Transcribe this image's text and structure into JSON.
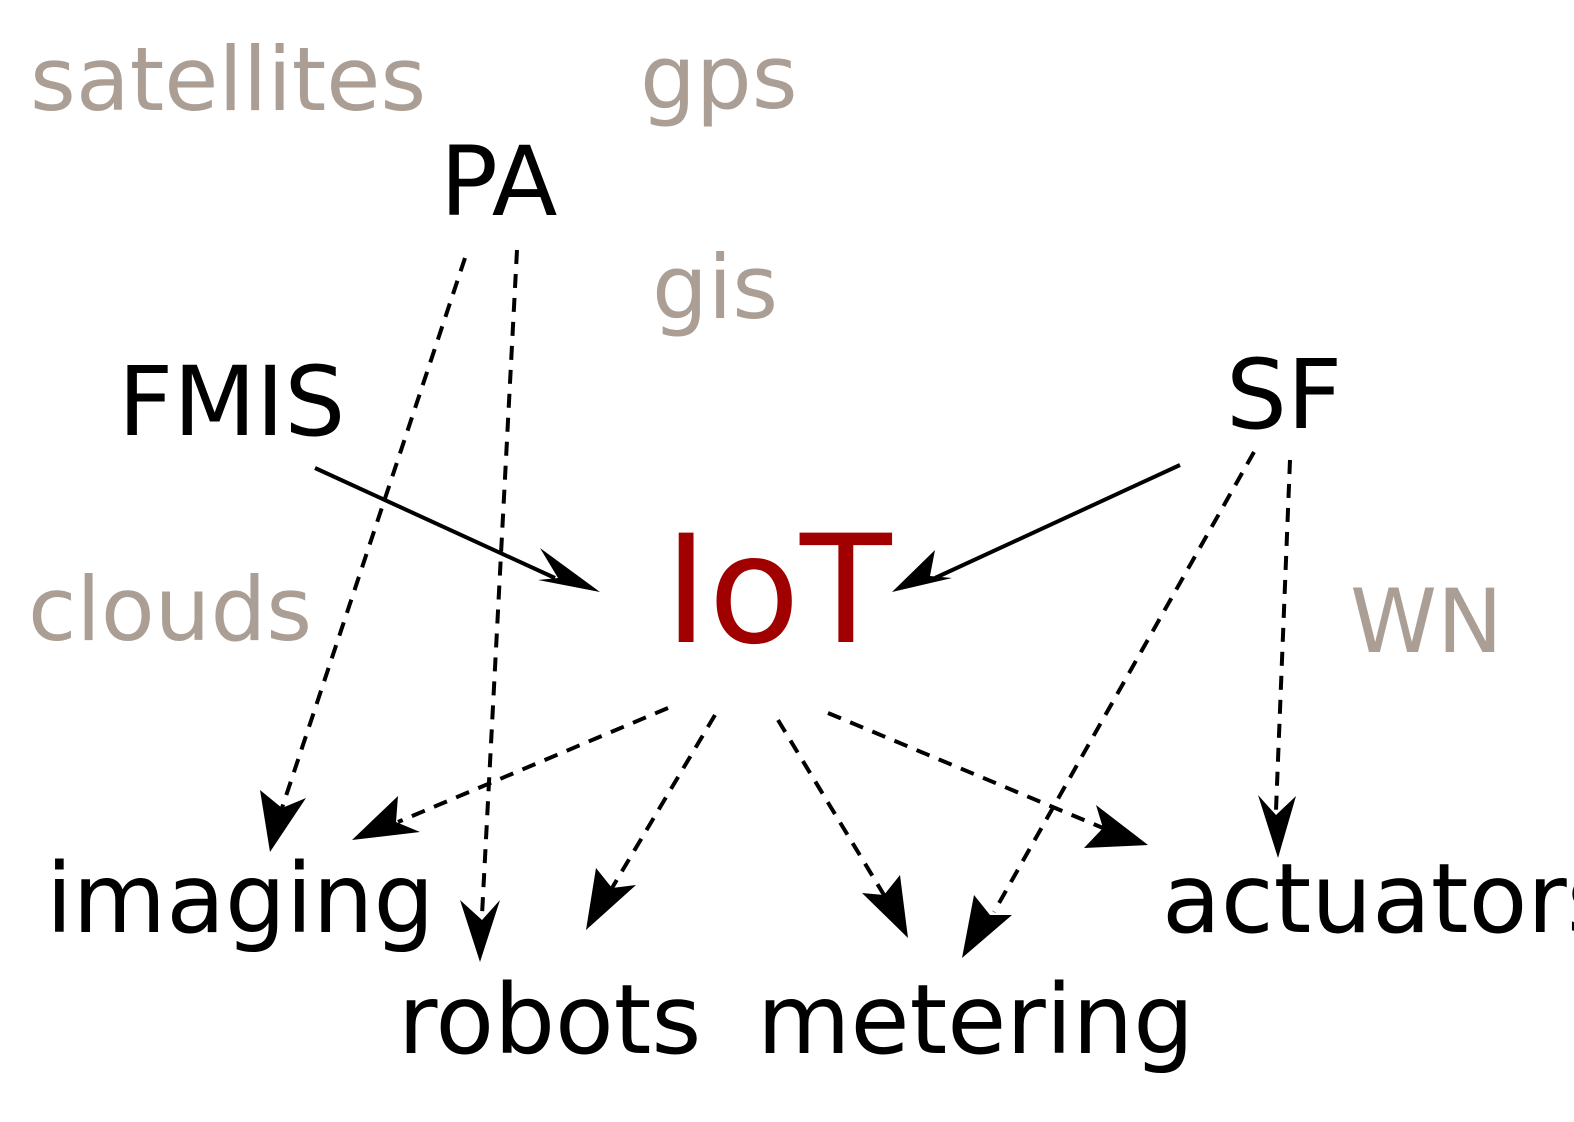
{
  "colors": {
    "center": "#a00000",
    "background_terms": "#ab9f95",
    "nodes": "#000000"
  },
  "background_terms": {
    "satellites": "satellites",
    "gps": "gps",
    "gis": "gis",
    "clouds": "clouds",
    "wn": "WN"
  },
  "nodes": {
    "pa": "PA",
    "fmis": "FMIS",
    "sf": "SF",
    "iot": "IoT",
    "imaging": "imaging",
    "robots": "robots",
    "metering": "metering",
    "actuators": "actuators"
  },
  "edges": [
    {
      "from": "FMIS",
      "to": "IoT",
      "style": "solid"
    },
    {
      "from": "SF",
      "to": "IoT",
      "style": "solid"
    },
    {
      "from": "PA",
      "to": "imaging",
      "style": "dashed"
    },
    {
      "from": "PA",
      "to": "robots",
      "style": "dashed"
    },
    {
      "from": "SF",
      "to": "metering",
      "style": "dashed"
    },
    {
      "from": "SF",
      "to": "actuators",
      "style": "dashed"
    },
    {
      "from": "IoT",
      "to": "imaging",
      "style": "dashed"
    },
    {
      "from": "IoT",
      "to": "robots",
      "style": "dashed"
    },
    {
      "from": "IoT",
      "to": "metering",
      "style": "dashed"
    },
    {
      "from": "IoT",
      "to": "actuators",
      "style": "dashed"
    }
  ]
}
